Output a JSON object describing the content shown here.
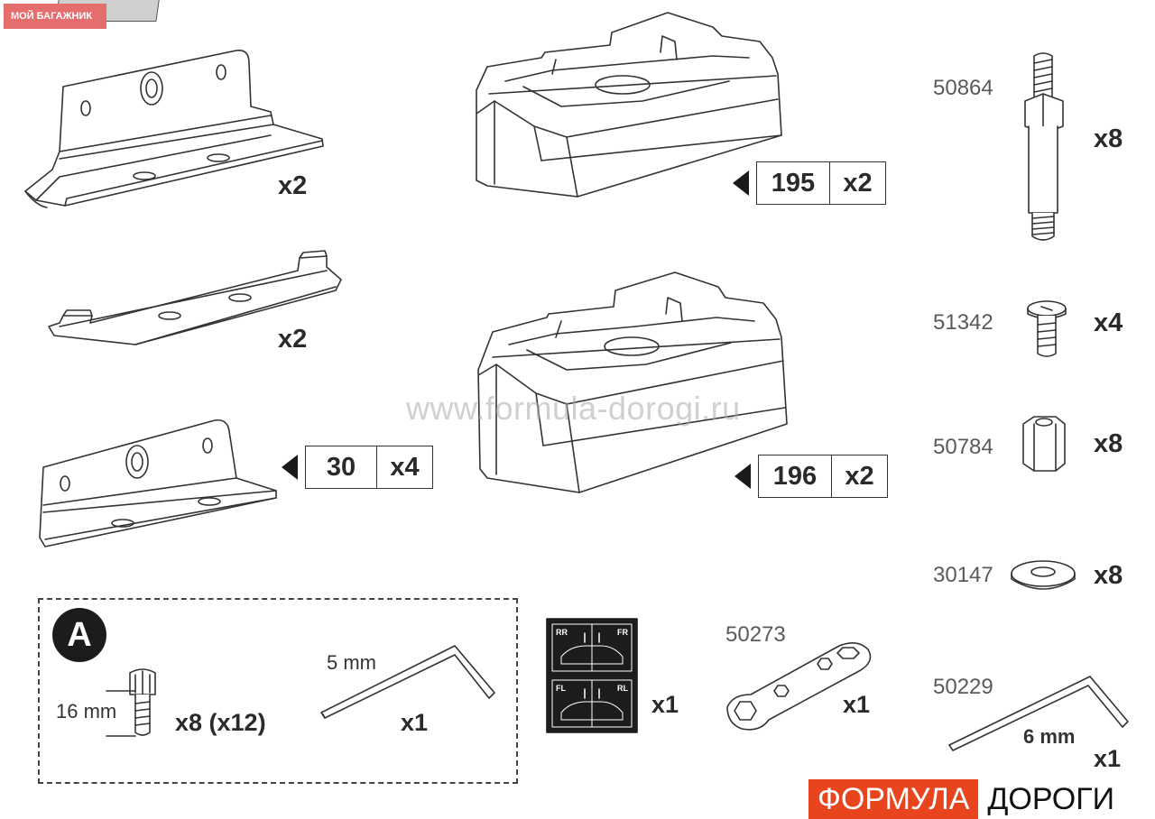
{
  "badge": {
    "text": "МОЙ БАГАЖНИК"
  },
  "watermark": {
    "text": "www.formula-dorogi.ru"
  },
  "brackets": {
    "top_qty": "x2",
    "middle_qty": "x2",
    "bottom_ref": "30",
    "bottom_qty": "x4"
  },
  "pads": {
    "top_ref": "195",
    "top_qty": "x2",
    "bottom_ref": "196",
    "bottom_qty": "x2"
  },
  "hardware": [
    {
      "code": "50864",
      "qty": "x8",
      "icon": "threaded-stud-icon"
    },
    {
      "code": "51342",
      "qty": "x4",
      "icon": "screw-icon"
    },
    {
      "code": "50784",
      "qty": "x8",
      "icon": "hex-nut-icon"
    },
    {
      "code": "30147",
      "qty": "x8",
      "icon": "washer-icon"
    }
  ],
  "kit_a": {
    "letter": "A",
    "bolt_length": "16 mm",
    "bolt_qty": "x8 (x12)",
    "key_size": "5 mm",
    "key_qty": "x1"
  },
  "sticker": {
    "labels": [
      "RR",
      "FR",
      "FL",
      "RL"
    ],
    "qty": "x1"
  },
  "wrench": {
    "code": "50273",
    "qty": "x1"
  },
  "hex_key_6": {
    "code": "50229",
    "size": "6 mm",
    "qty": "x1"
  },
  "brand": {
    "red_part": "ФОРМУЛА",
    "black_part": "ДОРОГИ"
  },
  "colors": {
    "line": "#333333",
    "brand_red": "#e8451f",
    "badge_red": "#e46d6d",
    "sticker_bg": "#1c1c1c"
  }
}
